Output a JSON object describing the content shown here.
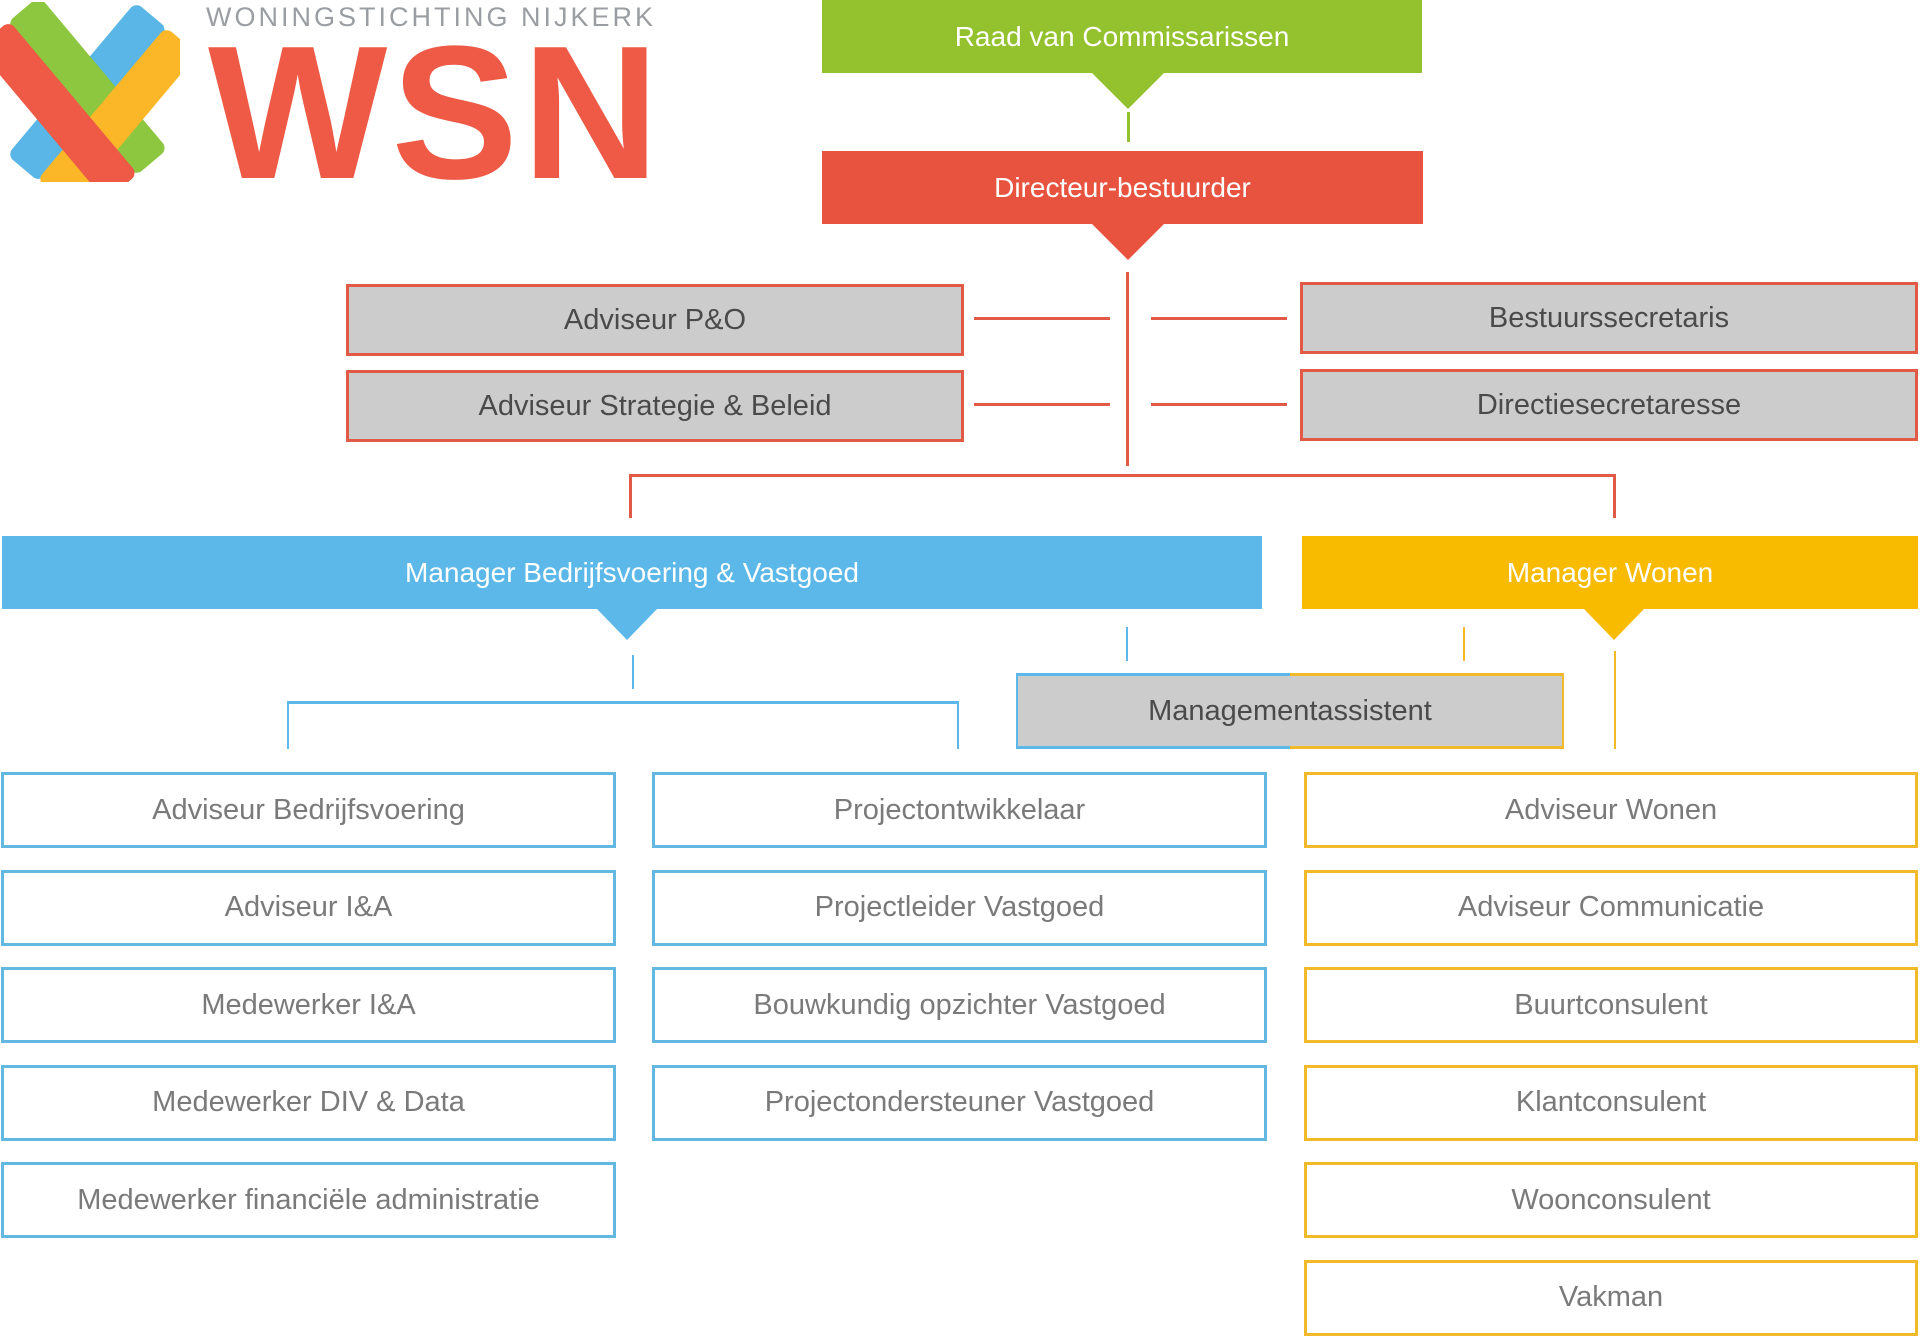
{
  "logo": {
    "subtitle": "WONINGSTICHTING NIJKERK",
    "wordmark": "WSN",
    "icon": "woven-x-icon",
    "colors": [
      "#8dc63f",
      "#5ab6e6",
      "#ee5a45",
      "#fbb728"
    ]
  },
  "colors": {
    "board": "#93c22e",
    "director": "#e8533f",
    "staff_border": "#e05a45",
    "staff_fill": "#cccccc",
    "blue": "#5bb8e8",
    "yellow": "#f9bb00"
  },
  "board": {
    "label": "Raad van Commissarissen"
  },
  "director": {
    "label": "Directeur-bestuurder"
  },
  "staff_left": [
    {
      "label": "Adviseur P&O"
    },
    {
      "label": "Adviseur Strategie & Beleid"
    }
  ],
  "staff_right": [
    {
      "label": "Bestuurssecretaris"
    },
    {
      "label": "Directiesecretaresse"
    }
  ],
  "managers": {
    "bedrijfsvoering": {
      "label": "Manager Bedrijfsvoering & Vastgoed"
    },
    "wonen": {
      "label": "Manager Wonen"
    }
  },
  "management_assistant": {
    "label": "Managementassistent"
  },
  "bedrijfsvoering_col1": [
    {
      "label": "Adviseur Bedrijfsvoering"
    },
    {
      "label": "Adviseur I&A"
    },
    {
      "label": "Medewerker I&A"
    },
    {
      "label": "Medewerker DIV & Data"
    },
    {
      "label": "Medewerker financiële administratie"
    }
  ],
  "bedrijfsvoering_col2": [
    {
      "label": "Projectontwikkelaar"
    },
    {
      "label": "Projectleider Vastgoed"
    },
    {
      "label": "Bouwkundig opzichter Vastgoed"
    },
    {
      "label": "Projectondersteuner Vastgoed"
    }
  ],
  "wonen_col": [
    {
      "label": "Adviseur Wonen"
    },
    {
      "label": "Adviseur Communicatie"
    },
    {
      "label": "Buurtconsulent"
    },
    {
      "label": "Klantconsulent"
    },
    {
      "label": "Woonconsulent"
    },
    {
      "label": "Vakman"
    }
  ]
}
